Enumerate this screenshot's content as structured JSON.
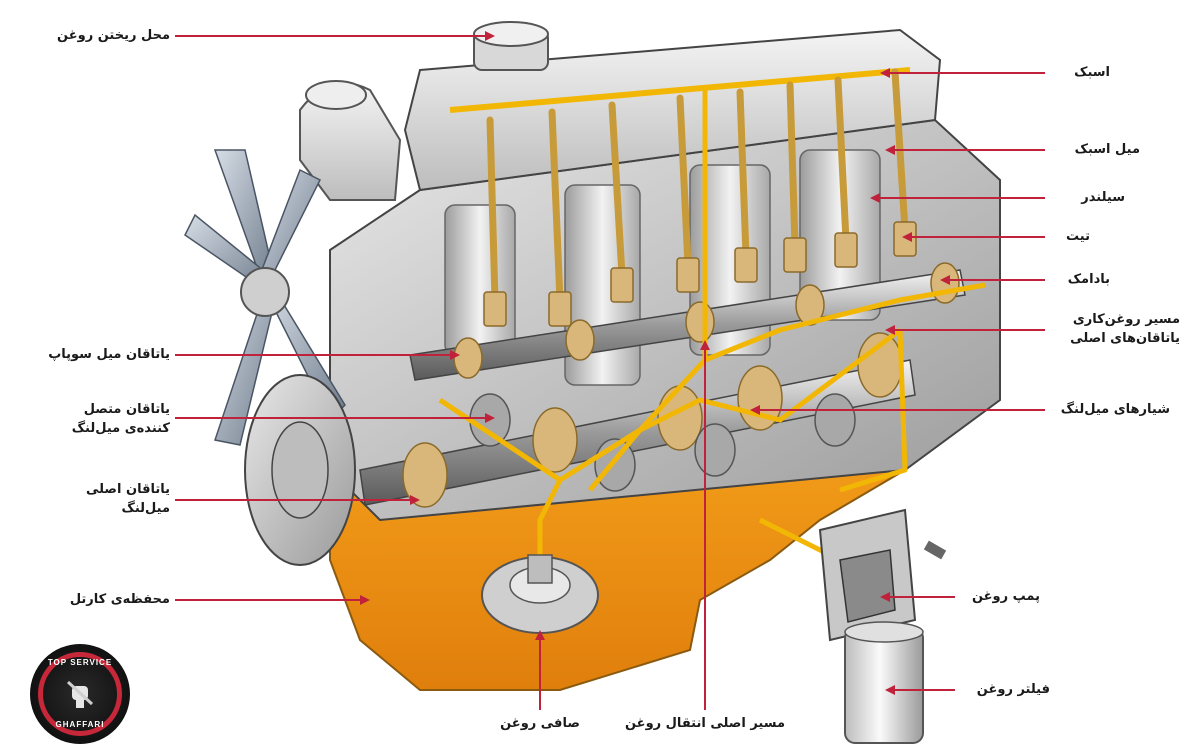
{
  "labels": {
    "oil_filler": "محل ریختن روغن",
    "rocker_arm": "اسبک",
    "rocker_shaft": "میل اسبک",
    "cylinder": "سیلندر",
    "tappet": "تیت",
    "cam": "بادامک",
    "main_bearing_oil_line_1": "مسیر روغن‌کاری",
    "main_bearing_oil_line_2": "یاتاقان‌های اصلی",
    "camshaft_bearing": "یاتاقان میل سوپاپ",
    "conrod_bearing_1": "یاتاقان متصل",
    "conrod_bearing_2": "کننده‌ی میل‌لنگ",
    "crank_main_bearing_1": "یاتاقان اصلی",
    "crank_main_bearing_2": "میل‌لنگ",
    "crankshaft_grooves": "شیارهای میل‌لنگ",
    "oil_pan": "محفظه‌ی کارتل",
    "oil_pump": "پمپ روغن",
    "oil_filter": "فیلتر روغن",
    "oil_strainer": "صافی روغن",
    "main_oil_gallery": "مسیر اصلی انتقال روغن"
  },
  "logo": {
    "top_text": "TOP SERVICE",
    "bottom_text": "GHAFFARI",
    "icon": "fist-wrench-icon"
  },
  "colors": {
    "leader_line": "#c0223b",
    "oil_yellow": "#f2b705",
    "oil_orange": "#f39a1a",
    "metal_light": "#d9d9d9",
    "metal_dark": "#6f6f6f",
    "bearing_tan": "#d9b77a",
    "logo_red": "#c6283a"
  }
}
